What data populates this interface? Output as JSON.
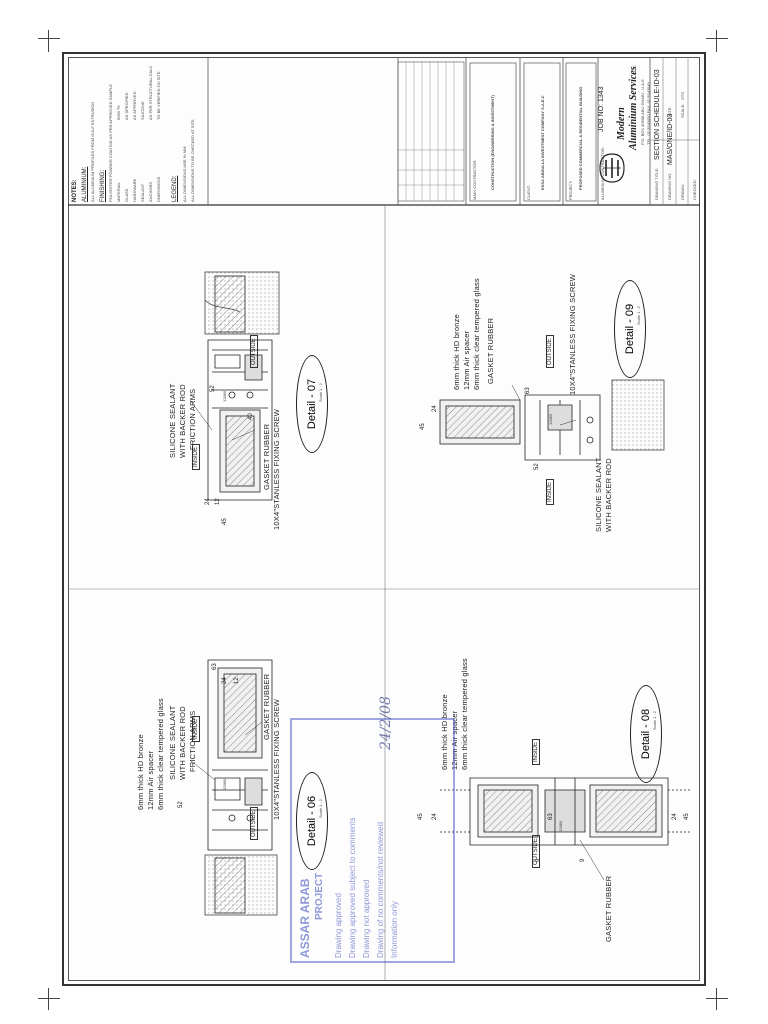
{
  "notes": {
    "heading": "NOTES:",
    "sections": [
      {
        "title": "ALUMINIUM:",
        "lines": [
          "ALL ALUMINIUM PROFILES FROM GULF EXTRUSION"
        ]
      },
      {
        "title": "FINISHING:",
        "lines": [
          "POLYESTER POWDER COATING AS PER APPROVED SAMPLE"
        ]
      }
    ],
    "specs": [
      {
        "key": "MATERIAL",
        "value": "6063 T6"
      },
      {
        "key": "GLASS",
        "value": "AS SPECIFIED"
      },
      {
        "key": "HARDWARE",
        "value": "AS APPROVED"
      },
      {
        "key": "SEALANT",
        "value": "SILICONE"
      },
      {
        "key": "ANCHORS",
        "value": "AS PER STRUCTURAL CALC"
      },
      {
        "key": "DIMENSIONS",
        "value": "TO BE VERIFIED ON SITE"
      }
    ],
    "legend_title": "LEGEND:",
    "legend_lines": [
      "ALL DIMENSIONS ARE IN MM",
      "ALL DIMENSIONS TO BE CHECKED AT SITE"
    ]
  },
  "revisions": {
    "rows": [
      "",
      "",
      "",
      "",
      "",
      "",
      "",
      ""
    ]
  },
  "blocks": {
    "main_contractor_title": "MAIN CONTRACTOR:",
    "main_contractor_value": "CONSTRUCTION (ENGINEERING & INVESTMENT)",
    "client_title": "CLIENT:",
    "client_value": "ESSA ABDULLA INVESTMENT COMPANY S.A.E.C",
    "project_title": "PROJECT:",
    "project_value": "PROPOSED COMMERCIAL & RESIDENTIAL BUILDING"
  },
  "contractor": {
    "label": "ALUMINIUM CONTRACTOR:",
    "job_no": "JOB NO: 1343",
    "company_1": "Modern",
    "company_2": "Aluminium Services",
    "company_suffix": "L.L.C",
    "address": "P.O. BOX 40608 ABU DHABI - U.A.E",
    "contact": "TEL: 02 5543050 FAX: 02 5543049"
  },
  "drawing": {
    "title_label": "DRAWING TITLE:",
    "title": "SECTION SCHEDULE-ID-03",
    "no_label": "DRAWING NO:",
    "no": "MAS/ONE/ID-03",
    "date_label": "DATE:",
    "date": "",
    "drawn_label": "DRAWN:",
    "drawn": "",
    "checked_label": "CHECKED:",
    "checked": "",
    "scale_label": "SCALE:",
    "scale": "NTS"
  },
  "details": [
    {
      "title": "Detail - 07",
      "scale": "Scale 1 : 2"
    },
    {
      "title": "Detail - 06",
      "scale": "Scale 1 : 2"
    },
    {
      "title": "Detail - 09",
      "scale": "Scale 1 : 2"
    },
    {
      "title": "Detail - 08",
      "scale": "Scale 1 : 2"
    }
  ],
  "annotations": {
    "d07_sealant_1": "SILICONE SEALANT",
    "d07_sealant_2": "WITH BACKER ROD",
    "d07_arms": "FRICTION ARMS",
    "d07_gasket": "GASKET RUBBER",
    "d07_screw": "10X4\"STANLESS FIXING SCREW",
    "d06_glass_1": "6mm thick HD bronze",
    "d06_glass_2": "12mm Air spacer",
    "d06_glass_3": "6mm thick clear tempered glass",
    "d06_sealant_1": "SILICONE SEALANT",
    "d06_sealant_2": "WITH BACKER ROD",
    "d06_arms": "FRICTION ARMS",
    "d06_gasket": "GASKET RUBBER",
    "d06_screw": "10X4\"STANLESS FIXING SCREW",
    "d09_glass_1": "6mm thick HD bronze",
    "d09_glass_2": "12mm Air spacer",
    "d09_glass_3": "6mm thick clear tempered glass",
    "d09_gasket": "GASKET RUBBER",
    "d09_screw": "10X4\"STANLESS FIXING SCREW",
    "d09_sealant_1": "SILICONE SEALANT",
    "d09_sealant_2": "WITH BACKER ROD",
    "d08_glass_1": "6mm thick HD bronze",
    "d08_glass_2": "12mm Air spacer",
    "d08_glass_3": "6mm thick clear tempered glass",
    "d08_gasket": "GASKET RUBBER",
    "inside": "INSIDE",
    "outside": "OUTSIDE",
    "profile_code": "12880"
  },
  "dimensions": {
    "d52": "52",
    "d24": "24",
    "d45": "45",
    "d12": "12",
    "d6": "6",
    "d63": "63",
    "d40": "40",
    "d9": "9"
  },
  "stamp": {
    "title_1": "ASSAR ARAB",
    "title_2": "PROJECT",
    "lines": [
      "Drawing approved",
      "Drawing approved subject to comments",
      "Drawing not approved",
      "Drawing of no comments/not reviewed",
      "Information only"
    ],
    "signature": "24/2/08"
  },
  "colors": {
    "ink": "#222222",
    "stamp": "#5a67c8",
    "hatch": "#9a9a9a"
  }
}
